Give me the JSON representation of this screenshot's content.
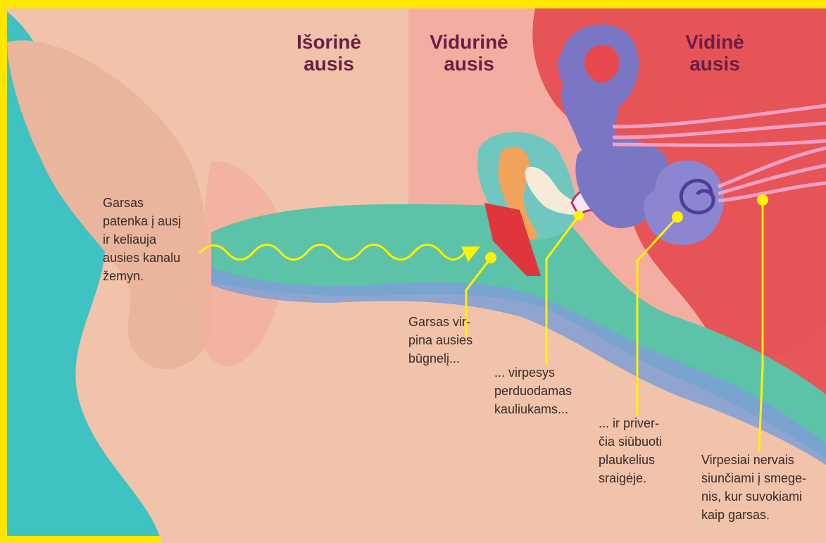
{
  "headings": {
    "outer_ear": "Išorinė\nausis",
    "middle_ear": "Vidurinė\nausis",
    "inner_ear": "Vidinė\nausis"
  },
  "labels": {
    "sound_enters": "Garsas\npatenka į ausį\nir keliauja\nausies kanalu\nžemyn.",
    "eardrum": "Garsas vir-\npina ausies\nbūgnelį...",
    "ossicles": "... virpesys\nperduodamas\nkauliukams...",
    "cochlea": "... ir priver-\nčia siūbuoti\nplaukelius\nsraigėje.",
    "nerves": "Virpesiai nervais\nsiunčiami į smege-\nnis, kur suvokiami\nkaip garsas."
  },
  "colors": {
    "frame": "#ffe600",
    "background": "#3fc2c2",
    "skin": "#f0c3aa",
    "canal": "#5cc3a8",
    "inner_ear": "#7b76c4",
    "muscle": "#e64a4f",
    "eardrum": "#e0353d",
    "callout": "#fff200",
    "heading_text": "#6b1e45"
  }
}
